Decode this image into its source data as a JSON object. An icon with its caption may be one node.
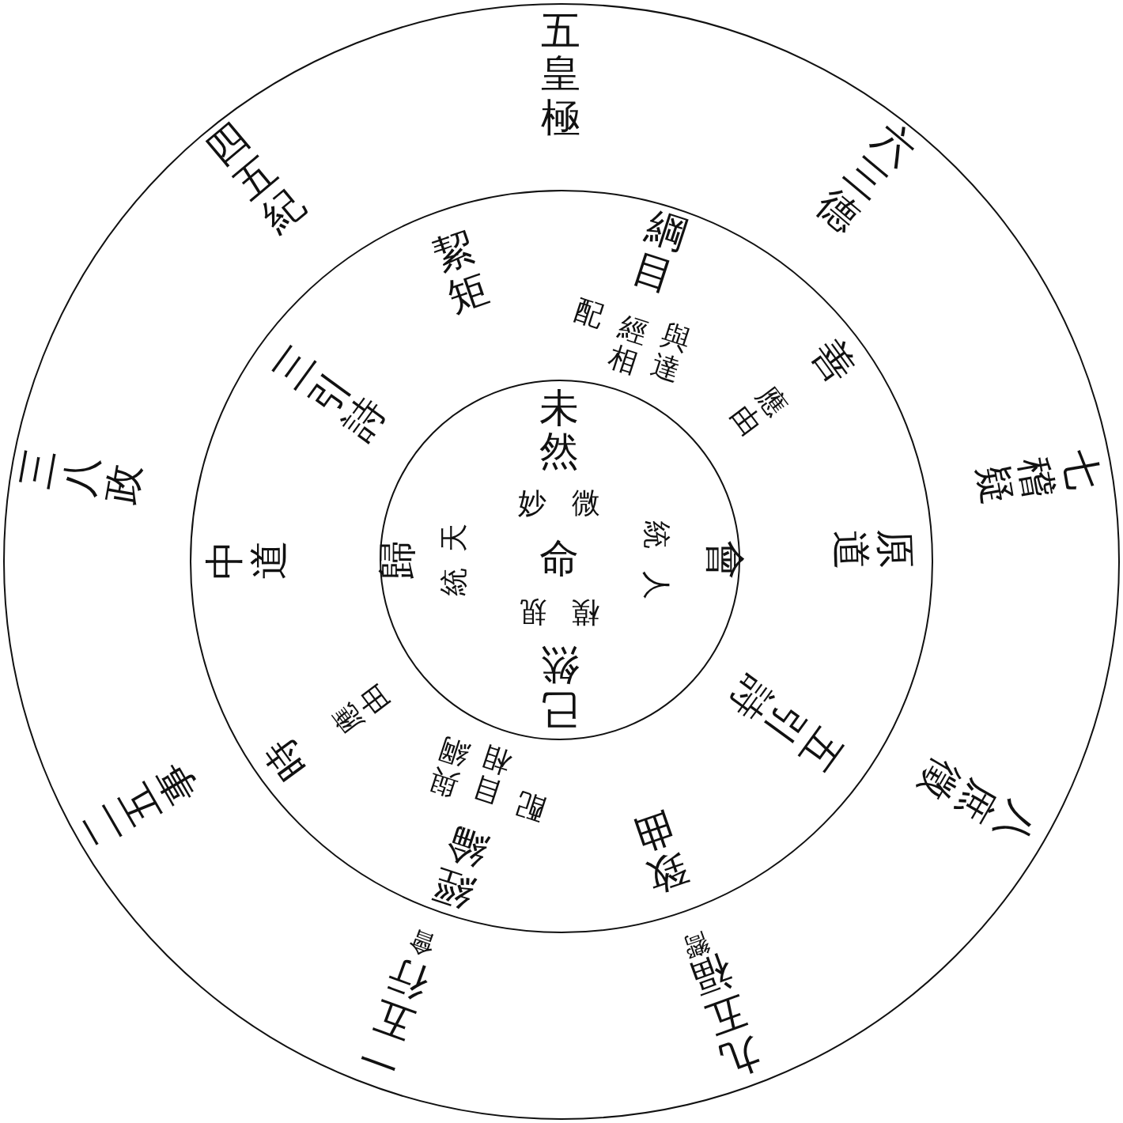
{
  "diagram": {
    "nodes": [
      {
        "text": [
          "五皇極",
          "六三德",
          "七稽疑",
          "八庶徵",
          "九五福",
          "嚮",
          "一五行",
          "會",
          "二五事",
          "三八政",
          "四五紀"
        ]
      },
      {
        "text": [
          "綱目",
          "與達",
          "經相",
          "配",
          "善",
          "應由",
          "原道",
          "五引詩",
          "致曲",
          "經綸",
          "與綱",
          "目相",
          "配",
          "時",
          "應由",
          "中道",
          "三引詩",
          "絜矩"
        ],
        "in": 0
      },
      {
        "text": [
          "未然",
          "微",
          "妙",
          "歸",
          "天",
          "統",
          "命",
          "人",
          "統",
          "會",
          "規",
          "模",
          "已然"
        ],
        "in": 1
      }
    ]
  }
}
